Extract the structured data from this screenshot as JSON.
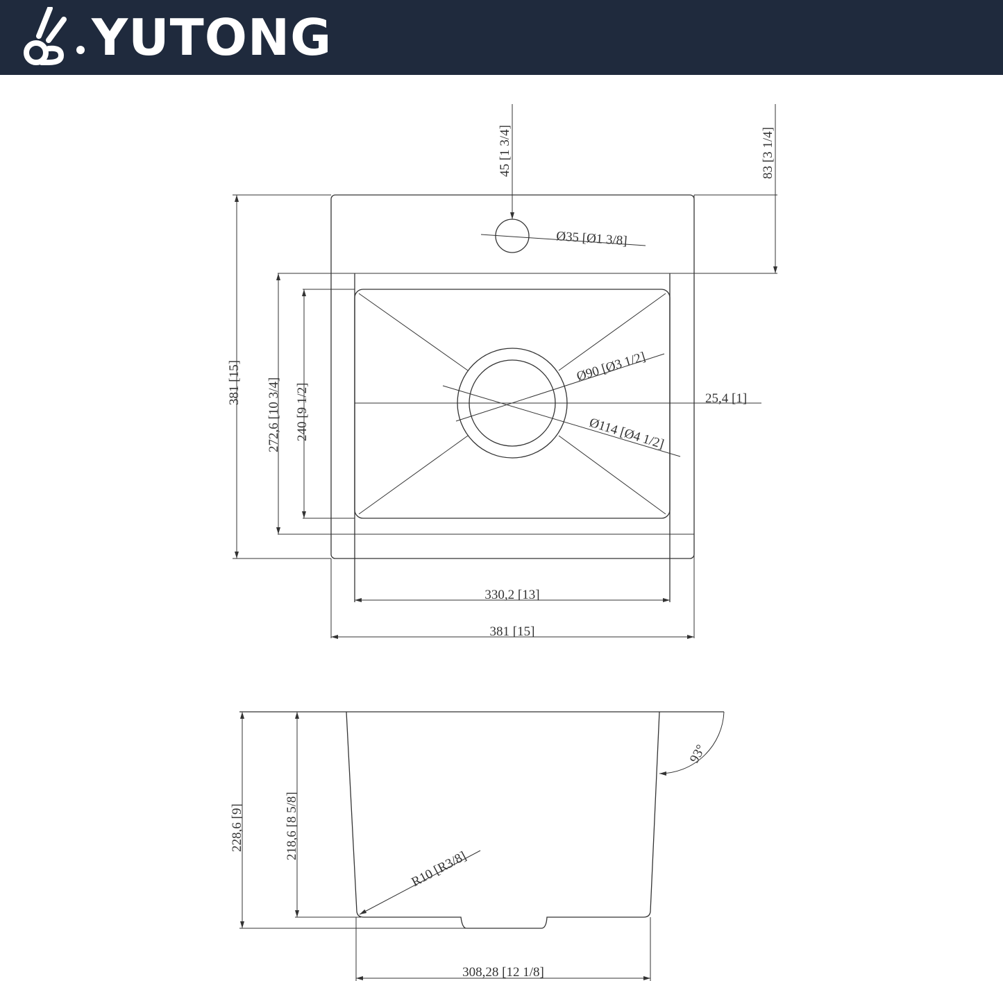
{
  "header": {
    "brand": "YUTONG",
    "logo_icon": "rabbit-logo-icon",
    "background": "#1f2a3d"
  },
  "top_view": {
    "faucet_offset": "45 [1 3/4]",
    "deck_depth": "83 [3 1/4]",
    "faucet_hole": "Ø35 [Ø1 3/8]",
    "overall_depth": "381 [15]",
    "bowl_outer_depth": "272,6 [10 3/4]",
    "bowl_inner_depth": "240 [9 1/2]",
    "drain_inner": "Ø90 [Ø3 1/2]",
    "drain_outer": "Ø114 [Ø4 1/2]",
    "side_margin": "25,4 [1]",
    "bowl_width": "330,2 [13]",
    "overall_width": "381 [15]"
  },
  "side_view": {
    "overall_height": "228,6 [9]",
    "bowl_height": "218,6 [8 5/8]",
    "wall_angle": "93°",
    "corner_radius": "R10 [R3/8]",
    "bottom_width": "308,28 [12 1/8]"
  }
}
